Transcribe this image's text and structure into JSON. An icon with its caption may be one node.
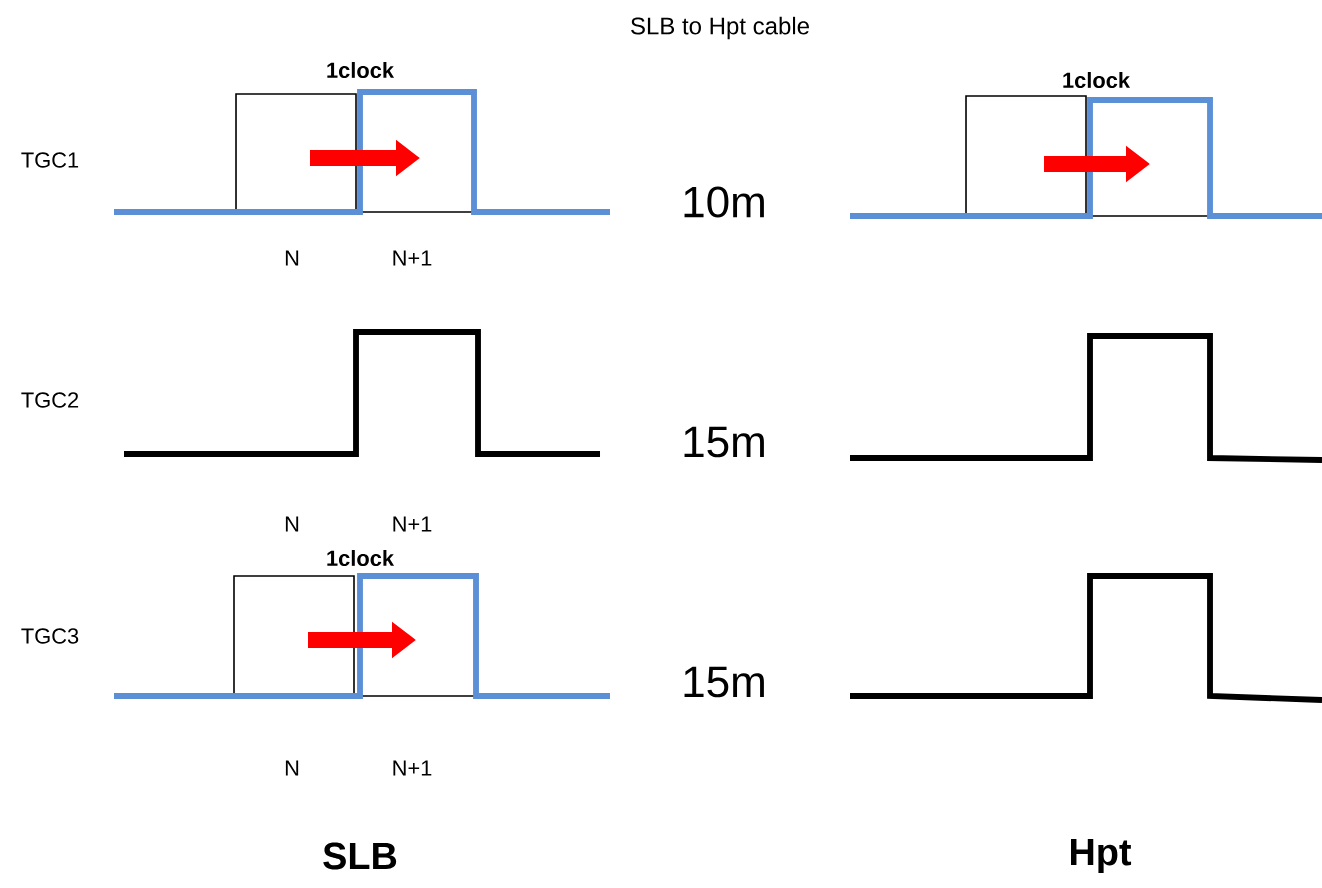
{
  "diagram": {
    "title": "SLB to Hpt cable",
    "labels": [
      "1clock",
      "1clock",
      "TGC1",
      "10m",
      "N",
      "N+1",
      "TGC2",
      "15m",
      "N",
      "N+1",
      "1clock",
      "TGC3",
      "15m",
      "N",
      "N+1",
      "SLB",
      "Hpt"
    ]
  }
}
